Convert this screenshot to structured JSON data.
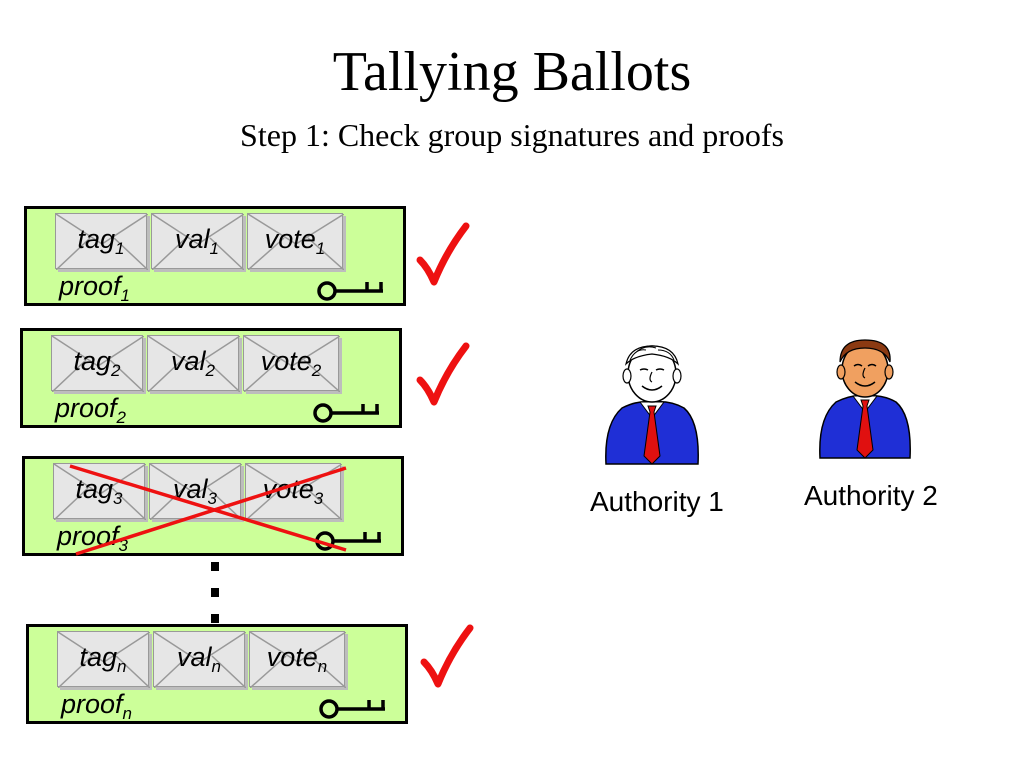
{
  "title": "Tallying Ballots",
  "subtitle": "Step 1: Check group signatures and proofs",
  "ballots": [
    {
      "tag": "tag",
      "val": "val",
      "vote": "vote",
      "proof": "proof",
      "sub": "1",
      "status": "valid"
    },
    {
      "tag": "tag",
      "val": "val",
      "vote": "vote",
      "proof": "proof",
      "sub": "2",
      "status": "valid"
    },
    {
      "tag": "tag",
      "val": "val",
      "vote": "vote",
      "proof": "proof",
      "sub": "3",
      "status": "rejected"
    },
    {
      "tag": "tag",
      "val": "val",
      "vote": "vote",
      "proof": "proof",
      "sub": "n",
      "status": "valid"
    }
  ],
  "authorities": [
    {
      "label": "Authority 1",
      "hair": "white"
    },
    {
      "label": "Authority 2",
      "hair": "brown"
    }
  ],
  "icons": [
    "checkmark-icon",
    "key-icon",
    "envelope-icon",
    "cross-out-icon",
    "vertical-ellipsis-icon",
    "person-icon"
  ],
  "colors": {
    "ballot_fill": "#ccff99",
    "check": "#ee1111",
    "cross": "#ee1111",
    "suit": "#1f2fd6",
    "tie": "#e01010"
  }
}
